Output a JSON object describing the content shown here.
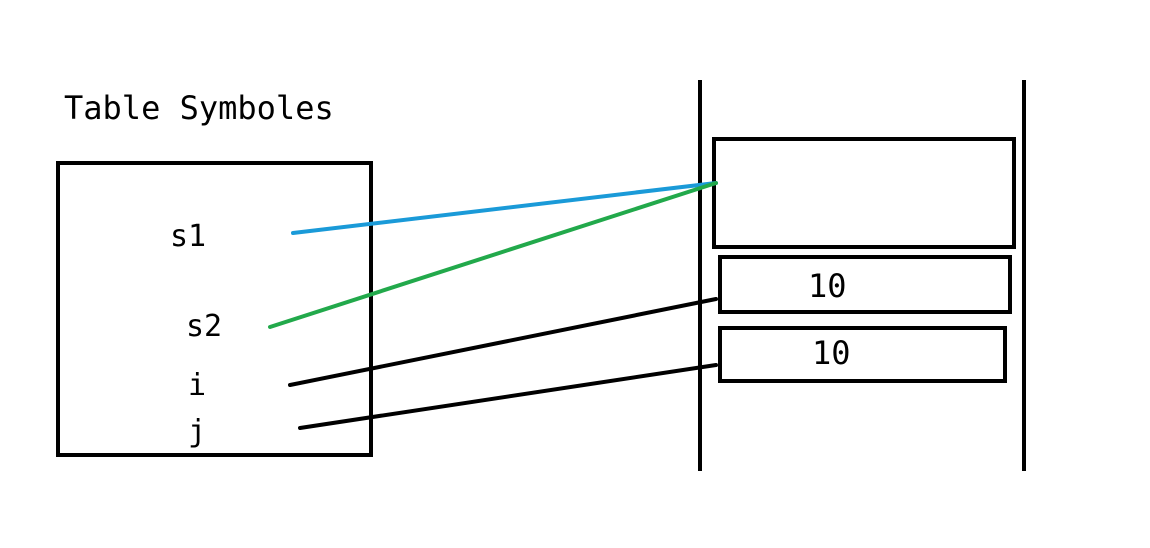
{
  "title": "Table Symboles",
  "symbols": {
    "s1": "s1",
    "s2": "s2",
    "i": "i",
    "j": "j"
  },
  "memory": {
    "cell1_value": "",
    "cell2_value": "10",
    "cell3_value": "10"
  },
  "colors": {
    "s1_arrow": "#1a9ad8",
    "s2_arrow": "#22a94b",
    "default_arrow": "#000000",
    "stroke": "#000000"
  }
}
